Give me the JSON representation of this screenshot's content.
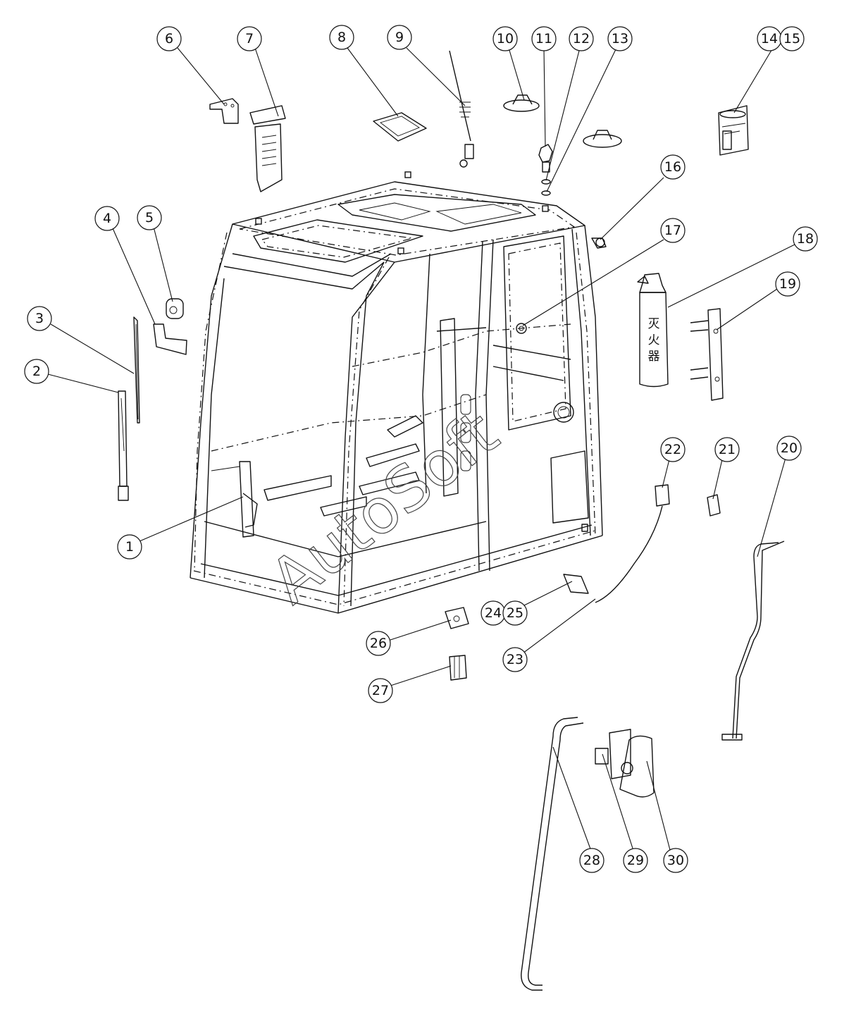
{
  "diagram": {
    "callouts": [
      {
        "num": "1"
      },
      {
        "num": "2"
      },
      {
        "num": "3"
      },
      {
        "num": "4"
      },
      {
        "num": "5"
      },
      {
        "num": "6"
      },
      {
        "num": "7"
      },
      {
        "num": "8"
      },
      {
        "num": "9"
      },
      {
        "num": "10"
      },
      {
        "num": "11"
      },
      {
        "num": "12"
      },
      {
        "num": "13"
      },
      {
        "num": "14"
      },
      {
        "num": "15"
      },
      {
        "num": "16"
      },
      {
        "num": "17"
      },
      {
        "num": "18"
      },
      {
        "num": "19"
      },
      {
        "num": "20"
      },
      {
        "num": "21"
      },
      {
        "num": "22"
      },
      {
        "num": "23"
      },
      {
        "num": "24"
      },
      {
        "num": "25"
      },
      {
        "num": "26"
      },
      {
        "num": "27"
      },
      {
        "num": "28"
      },
      {
        "num": "29"
      },
      {
        "num": "30"
      }
    ],
    "extinguisher_label": [
      "灭",
      "火",
      "器"
    ],
    "watermark": "AutoSoft"
  }
}
